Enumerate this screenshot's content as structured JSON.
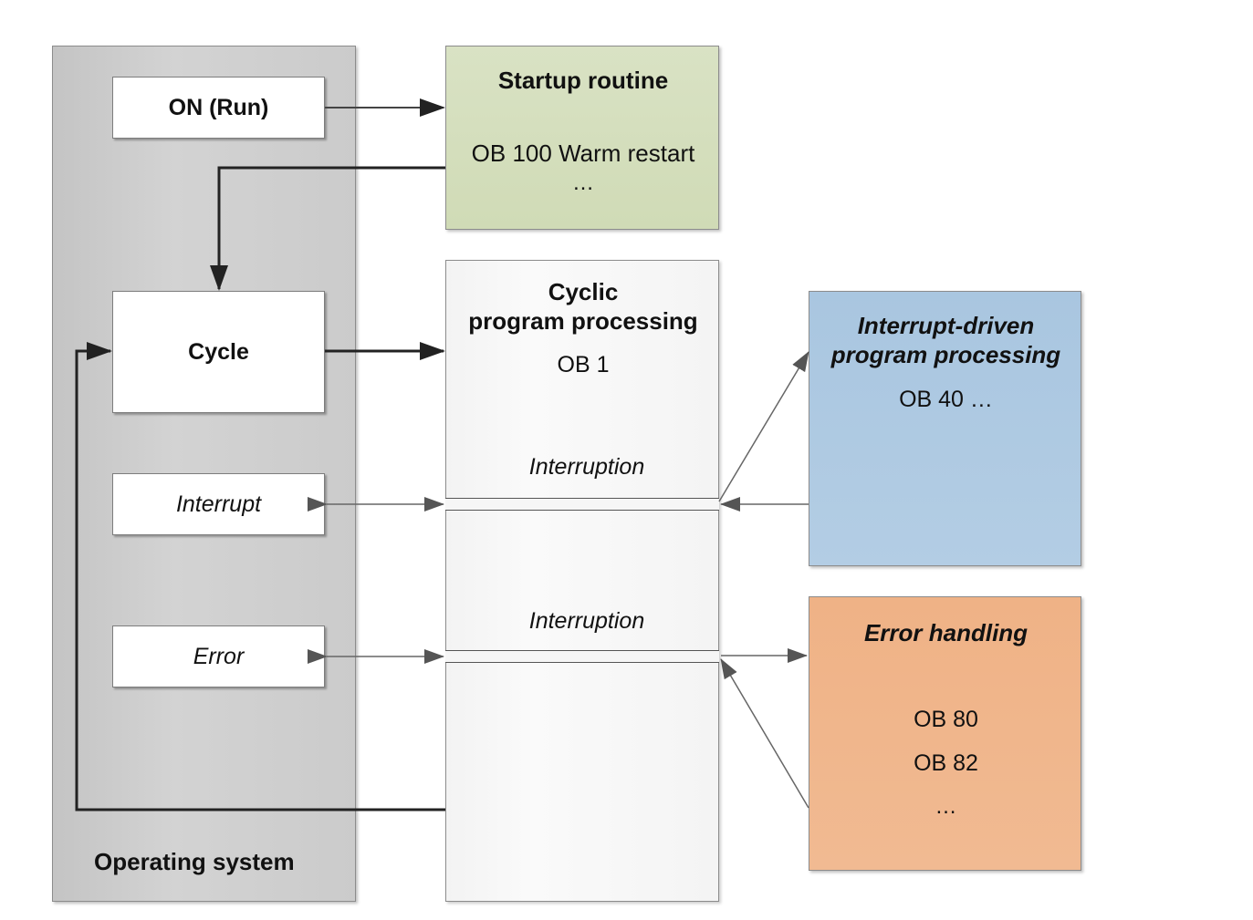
{
  "operating_system": {
    "label": "Operating system",
    "on_run": "ON (Run)",
    "cycle": "Cycle",
    "interrupt": "Interrupt",
    "error": "Error"
  },
  "startup": {
    "title": "Startup routine",
    "ob": "OB 100 Warm restart",
    "more": "…"
  },
  "cyclic": {
    "title_line1": "Cyclic",
    "title_line2": "program processing",
    "ob": "OB 1",
    "interruption_1": "Interruption",
    "interruption_2": "Interruption"
  },
  "interrupt_driven": {
    "title_line1": "Interrupt-driven",
    "title_line2": "program processing",
    "ob": "OB 40 …"
  },
  "error_handling": {
    "title": "Error handling",
    "ob1": "OB 80",
    "ob2": "OB 82",
    "more": "…"
  },
  "colors": {
    "os_panel": "#c9c9c9",
    "startup": "#d5dfbd",
    "cyclic": "#f6f6f6",
    "interrupt_driven": "#aecae2",
    "error_handling": "#f0b68b"
  }
}
